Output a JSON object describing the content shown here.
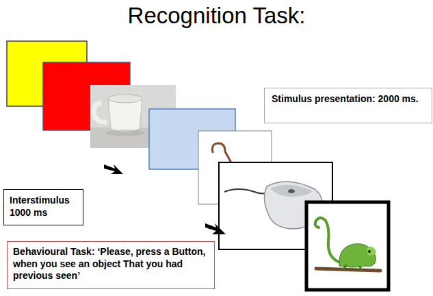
{
  "diagram": {
    "title": "Recognition Task:",
    "nodes": [
      {
        "text": [
          "Stimulus presentation: 2000 ms."
        ]
      },
      {
        "text": [
          "Interstimulus 1000 ms"
        ]
      },
      {
        "text": [
          "Behavioural Task: ‘Please, press a Button, when you see an object That you had previous seen’"
        ]
      }
    ]
  }
}
